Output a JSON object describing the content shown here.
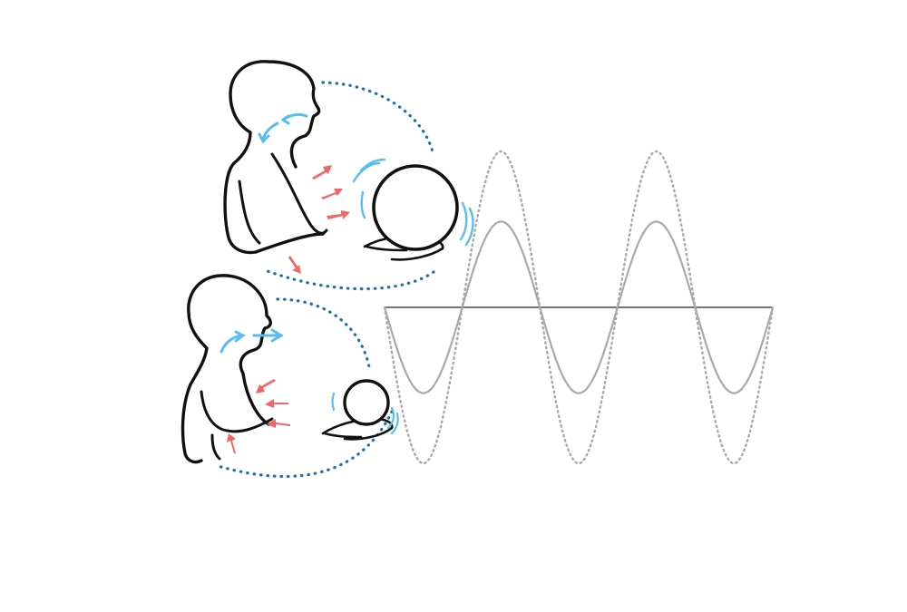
{
  "diagram": {
    "colors": {
      "background": "#ffffff",
      "figure_outline": "#111111",
      "air_flow_arrows": "#5bbcf2",
      "muscle_force_arrows": "#f26565",
      "dotted_orbit": "#1a73a8",
      "vibration_marks": "#5bbcf2",
      "wave_solid": "#a9a9a9",
      "wave_dotted": "#a9a9a9",
      "baseline": "#222222"
    },
    "panels": [
      {
        "id": "inhale",
        "figure": "person-profile-holding-large-ball",
        "breath_direction": "in",
        "force_arrows_direction": "outward",
        "ball_size": "large"
      },
      {
        "id": "exhale",
        "figure": "person-profile-holding-small-ball",
        "breath_direction": "out",
        "force_arrows_direction": "inward",
        "ball_size": "small"
      }
    ],
    "waves": {
      "cycles_visible": 2.5,
      "solid_amplitude_ratio": 0.55,
      "dotted_amplitude_ratio": 1.0
    }
  }
}
